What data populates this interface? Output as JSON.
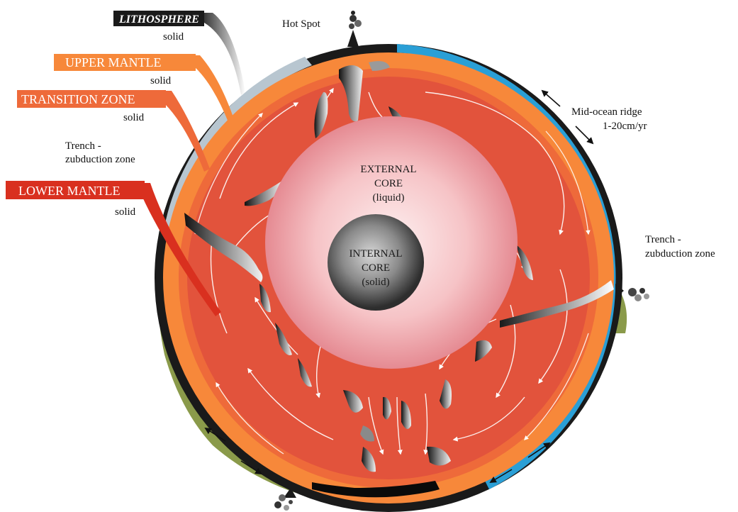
{
  "labels": {
    "lithosphere": {
      "title": "LITHOSPHERE",
      "state": "solid"
    },
    "upper_mantle": {
      "title": "UPPER MANTLE",
      "state": "solid"
    },
    "transition_zone": {
      "title": "TRANSITION ZONE",
      "state": "solid"
    },
    "lower_mantle": {
      "title": "LOWER MANTLE",
      "state": "solid"
    },
    "trench_left": {
      "line1": "Trench -",
      "line2": "zubduction zone"
    },
    "trench_right": {
      "line1": "Trench -",
      "line2": "zubduction zone"
    },
    "hot_spot": "Hot Spot",
    "ridge": {
      "line1": "Mid-ocean ridge",
      "line2": "1-20cm/yr"
    },
    "external_core": {
      "line1": "EXTERNAL",
      "line2": "CORE",
      "line3": "(liquid)"
    },
    "internal_core": {
      "line1": "INTERNAL",
      "line2": "CORE",
      "line3": "(solid)"
    }
  },
  "colors": {
    "lithosphere": "#1a1a1a",
    "ocean_crust": "#2a9fd6",
    "continent": "#8a9a4a",
    "upper_mantle": "#f7883a",
    "transition_zone": "#ee6a3a",
    "lower_mantle": "#e2533c",
    "lower_mantle_tag": "#d9301f",
    "outer_core_edge": "#e98f97",
    "outer_core_center": "#fbe3e4",
    "inner_core_edge": "#3a3a3a",
    "inner_core_center": "#bdbdbd"
  }
}
